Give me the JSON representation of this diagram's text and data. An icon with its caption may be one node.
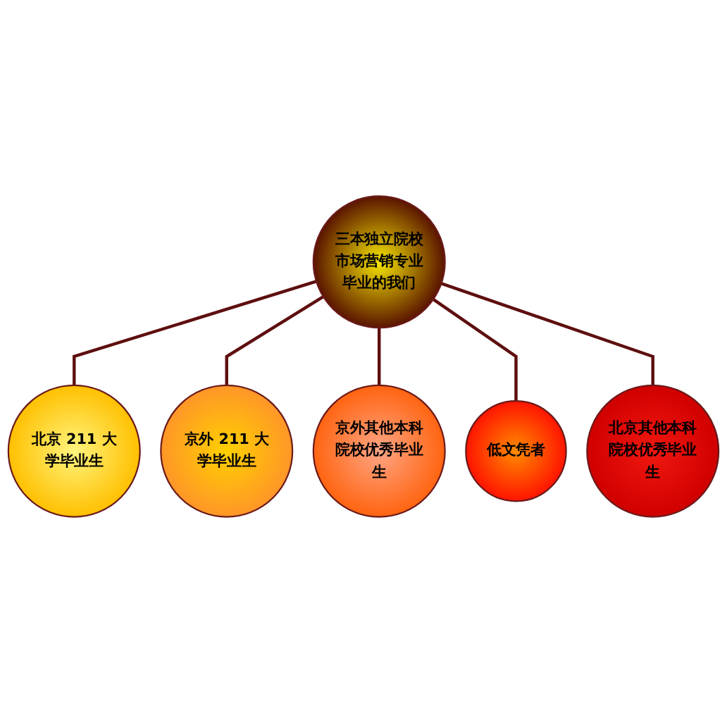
{
  "diagram": {
    "nodes": [
      {
        "text": [
          "三本独立院校市场营销专业毕业的我们"
        ]
      },
      {
        "text": [
          "北京 211 大学毕业生"
        ]
      },
      {
        "text": [
          "京外 211 大学毕业生"
        ]
      },
      {
        "text": [
          "京外其他本科院校优秀毕业生"
        ]
      },
      {
        "text": [
          "低文凭者"
        ]
      },
      {
        "text": [
          "北京其他本科院校优秀毕业生"
        ]
      }
    ],
    "edges": [
      {
        "from": 0,
        "to": 1,
        "arrow": "none"
      },
      {
        "from": 0,
        "to": 2,
        "arrow": "none"
      },
      {
        "from": 0,
        "to": 3,
        "arrow": "none"
      },
      {
        "from": 0,
        "to": 4,
        "arrow": "none"
      },
      {
        "from": 0,
        "to": 5,
        "arrow": "none"
      }
    ]
  }
}
